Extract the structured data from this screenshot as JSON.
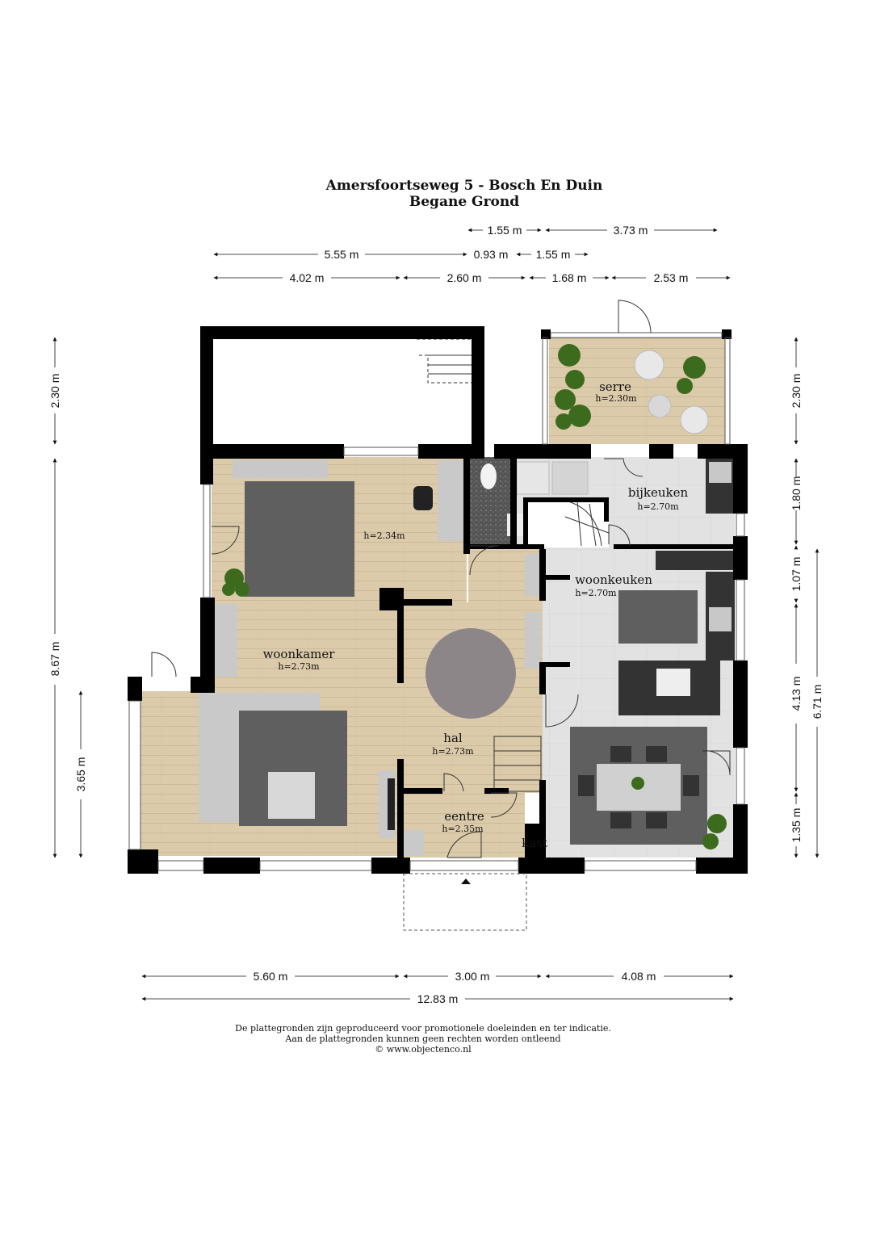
{
  "title": {
    "line1": "Amersfoortseweg 5 - Bosch En Duin",
    "line2": "Begane Grond"
  },
  "dimensions": {
    "top": {
      "row1": [
        "1.55 m",
        "3.73 m"
      ],
      "row2": [
        "5.55 m",
        "0.93 m",
        "1.55 m"
      ],
      "row3": [
        "4.02 m",
        "2.60 m",
        "1.68 m",
        "2.53 m"
      ]
    },
    "left": {
      "outer": [
        "2.30 m",
        "8.67 m"
      ],
      "inner": [
        "3.65 m"
      ]
    },
    "right": {
      "inner": [
        "2.30 m",
        "1.80 m",
        "1.07 m",
        "4.13 m",
        "1.35 m"
      ],
      "outer": [
        "6.71 m"
      ]
    },
    "bottom": {
      "row1": [
        "5.60 m",
        "3.00 m",
        "4.08 m"
      ],
      "row2": [
        "12.83 m"
      ]
    }
  },
  "rooms": {
    "serre": {
      "name": "serre",
      "height": "h=2.30m"
    },
    "bijkeuken": {
      "name": "bijkeuken",
      "height": "h=2.70m"
    },
    "woonkeuken": {
      "name": "woonkeuken",
      "height": "h=2.70m"
    },
    "woonkamer": {
      "name": "woonkamer",
      "height": "h=2.73m"
    },
    "woonkamer_upper": {
      "height": "h=2.34m"
    },
    "hal": {
      "name": "hal",
      "height": "h=2.73m"
    },
    "entree": {
      "name": "eentre",
      "height": "h=2.35m"
    },
    "kast": {
      "name": "kast"
    }
  },
  "footer": {
    "line1": "De plattegronden zijn geproduceerd voor promotionele doeleinden en ter indicatie.",
    "line2": "Aan de plattegronden kunnen geen rechten worden ontleend",
    "line3": "© www.objectenco.nl"
  },
  "colors": {
    "wall": "#000000",
    "floor_wood": "#dccbaa",
    "floor_tile": "#e2e2e2",
    "rug_dark": "#5f5f5f",
    "rug_round": "#8d8689",
    "sofa": "#c9c9c9",
    "plant": "#3d6b1e"
  }
}
